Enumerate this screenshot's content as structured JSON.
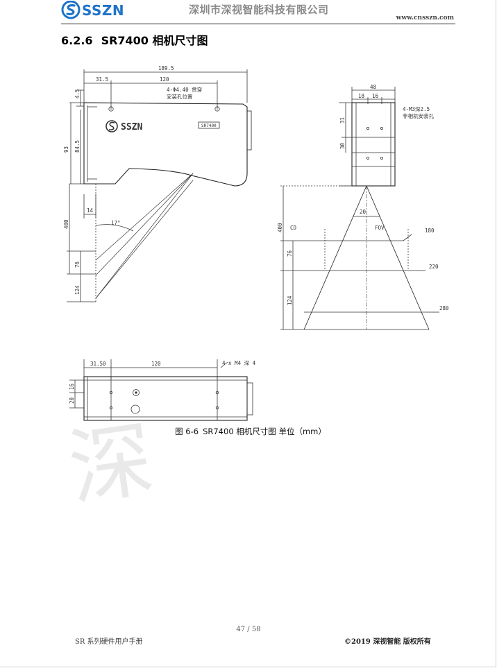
{
  "header": {
    "logo_text": "SSZN",
    "company": "深圳市深视智能科技有限公司",
    "website": "www.cnsszn.com"
  },
  "section": {
    "number": "6.2.6",
    "title": "SR7400 相机尺寸图"
  },
  "drawing": {
    "side_view": {
      "dims": [
        "189.5",
        "31.5",
        "120",
        "4.5",
        "93",
        "84.5",
        "14",
        "400",
        "76",
        "124"
      ],
      "hole_note_line1": "4-Φ4.40 贯穿",
      "hole_note_line2": "安装孔位置",
      "angle": "17°",
      "device_logo": "SSZN",
      "model_badge": "SR7400"
    },
    "front_view": {
      "dims": [
        "48",
        "18",
        "16",
        "31",
        "30",
        "400",
        "76",
        "124",
        "20"
      ],
      "hole_note_line1": "4-M3深2.5",
      "hole_note_line2": "非相机安装孔",
      "labels": [
        "CD",
        "FOV"
      ],
      "fov_widths": [
        "180",
        "220",
        "280"
      ]
    },
    "bottom_view": {
      "dims": [
        "31.50",
        "120",
        "16",
        "20"
      ],
      "hole_note": "4 x M4 深 4"
    }
  },
  "caption": {
    "figure": "图 6-6",
    "text": "SR7400 相机尺寸图 单位（mm）"
  },
  "watermark": "深",
  "footer": {
    "page": "47 / 58",
    "manual": "SR 系列硬件用户手册",
    "copyright": "©2019 深视智能 版权所有"
  }
}
